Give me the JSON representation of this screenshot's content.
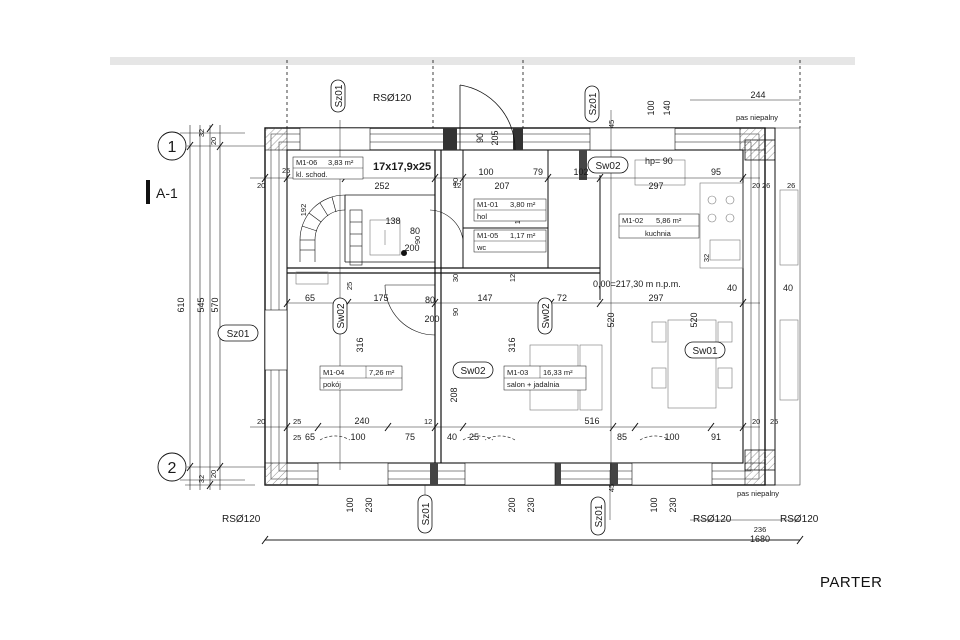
{
  "caption": "PARTER",
  "section_marker": "A-1",
  "axes": {
    "top": "1",
    "bottom": "2"
  },
  "headline_dim": "17x17,9x25",
  "level_note": "0,00=217,30 m n.p.m.",
  "hp_note": "hp= 90",
  "band_label_top": "pas niepalny",
  "band_label_bottom": "pas niepalny",
  "rooms": [
    {
      "code": "M1-06",
      "area": "3,83 m²",
      "name": "kl. schod."
    },
    {
      "code": "M1-01",
      "area": "3,80 m²",
      "name": "hol"
    },
    {
      "code": "M1-05",
      "area": "1,17 m²",
      "name": "wc"
    },
    {
      "code": "M1-02",
      "area": "5,86 m²",
      "name": "kuchnia"
    },
    {
      "code": "M1-04",
      "area": "7,26 m²",
      "name": "pokój"
    },
    {
      "code": "M1-03",
      "area": "16,33 m²",
      "name": "salon + jadalnia"
    }
  ],
  "tags": {
    "sz01": "Sz01",
    "sw02": "Sw02",
    "sw01": "Sw01",
    "rs": "RSØ120"
  },
  "dims": {
    "left_outer": "610",
    "left_mid": "545",
    "left_inner": "570",
    "corner_a": "32",
    "corner_b": "20",
    "top_90": "90",
    "top_205": "205",
    "top_100": "100",
    "top_140": "140",
    "top_244": "244",
    "top_45": "45",
    "d100": "100",
    "d207": "207",
    "d79": "79",
    "d102": "102",
    "d297": "297",
    "d95": "95",
    "d20": "20",
    "d25": "25",
    "d252": "252",
    "d138": "138",
    "d80": "80",
    "d200": "200",
    "d192": "192",
    "d65": "65",
    "d175": "175",
    "d147": "147",
    "d72": "72",
    "d40": "40",
    "d316": "316",
    "d520": "520",
    "d208": "208",
    "d240": "240",
    "d12": "12",
    "d516": "516",
    "d75": "75",
    "d85": "85",
    "d91": "91",
    "d30": "30",
    "d230": "230",
    "d236": "236",
    "d1680": "1680",
    "d26": "26"
  }
}
